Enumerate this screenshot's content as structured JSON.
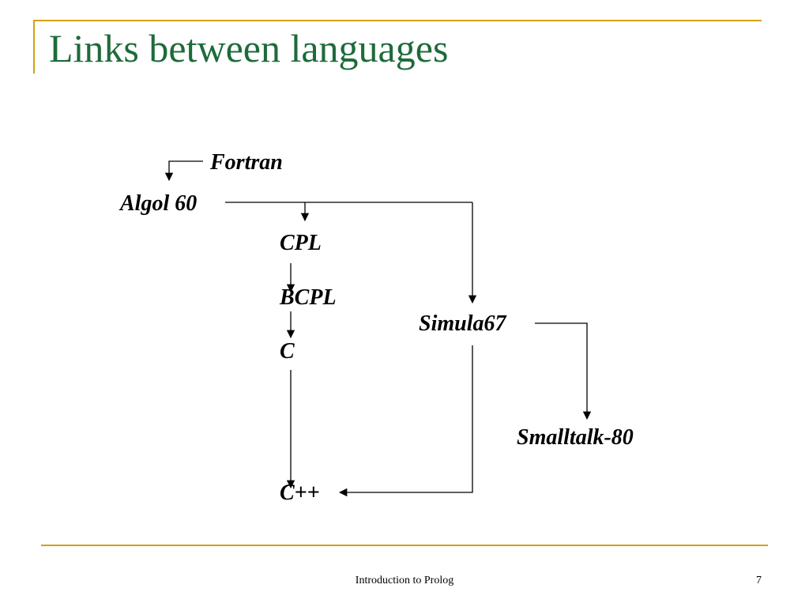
{
  "slide": {
    "title": "Links between languages",
    "footer": "Introduction to Prolog",
    "page_number": "7",
    "accent_color": "#d4a017",
    "title_color": "#1d6b3a"
  },
  "diagram": {
    "nodes": {
      "fortran": "Fortran",
      "algol60": "Algol 60",
      "cpl": "CPL",
      "bcpl": "BCPL",
      "c": "C",
      "simula67": "Simula67",
      "smalltalk80": "Smalltalk-80",
      "cpp": "C++"
    },
    "links": [
      {
        "from": "Fortran",
        "to": "Algol 60"
      },
      {
        "from": "Algol 60",
        "to": "CPL"
      },
      {
        "from": "Algol 60",
        "to": "Simula67"
      },
      {
        "from": "CPL",
        "to": "BCPL"
      },
      {
        "from": "BCPL",
        "to": "C"
      },
      {
        "from": "C",
        "to": "C++"
      },
      {
        "from": "Simula67",
        "to": "Smalltalk-80"
      },
      {
        "from": "Simula67",
        "to": "C++"
      }
    ]
  }
}
